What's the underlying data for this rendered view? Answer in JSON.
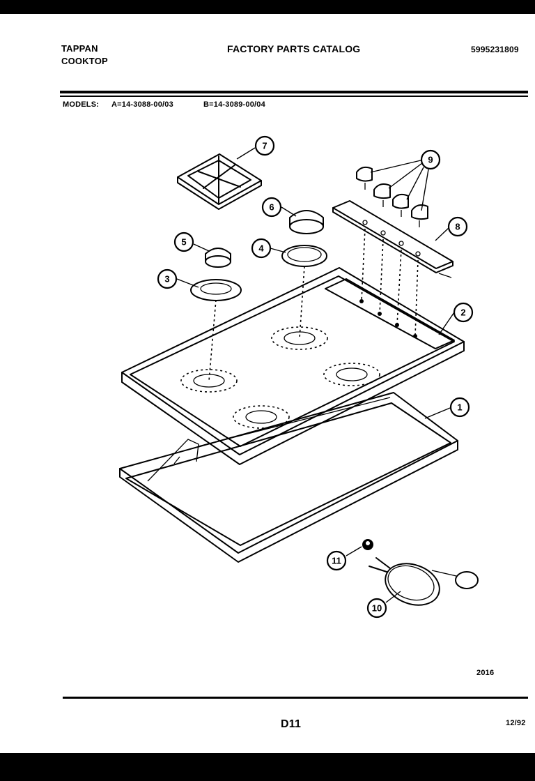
{
  "header": {
    "brand": "TAPPAN",
    "product": "COOKTOP",
    "catalog_title": "FACTORY PARTS CATALOG",
    "catalog_number": "5995231809"
  },
  "models": {
    "label": "MODELS:",
    "model_a": "A=14-3088-00/03",
    "model_b": "B=14-3089-00/04"
  },
  "footer": {
    "diagram_code": "2016",
    "page_id": "D11",
    "date": "12/92"
  },
  "callouts": [
    {
      "id": "1",
      "label": "1"
    },
    {
      "id": "2",
      "label": "2"
    },
    {
      "id": "3",
      "label": "3"
    },
    {
      "id": "4",
      "label": "4"
    },
    {
      "id": "5",
      "label": "5"
    },
    {
      "id": "6a",
      "label": "6"
    },
    {
      "id": "7",
      "label": "7"
    },
    {
      "id": "8",
      "label": "8"
    },
    {
      "id": "9",
      "label": "9"
    },
    {
      "id": "10",
      "label": "10"
    },
    {
      "id": "11",
      "label": "11"
    }
  ]
}
